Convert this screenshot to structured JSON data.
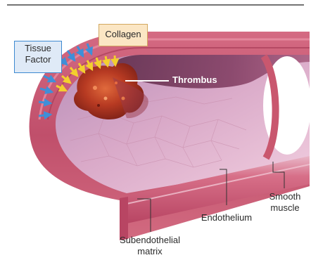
{
  "labels": {
    "tissue_factor": "Tissue\nFactor",
    "collagen": "Collagen",
    "thrombus": "Thrombus",
    "smooth_muscle": "Smooth\nmuscle",
    "endothelium": "Endothelium",
    "subendothelial_matrix": "Subendothelial\nmatrix"
  },
  "colors": {
    "tissue_factor_box": "#dfeaf7",
    "tissue_factor_border": "#3d8ad1",
    "collagen_box": "#fbe6c4",
    "collagen_border": "#d2a85f",
    "tissue_factor_arrow": "#3f8fd8",
    "collagen_arrow": "#f3cf2e",
    "thrombus": "#b23a20",
    "vessel_wall": "#c9576e",
    "lumen": "#e8bcd2"
  },
  "icons": {
    "tissue_factor_arrows": "arrow-right-icon",
    "collagen_arrows": "arrow-down-icon"
  }
}
